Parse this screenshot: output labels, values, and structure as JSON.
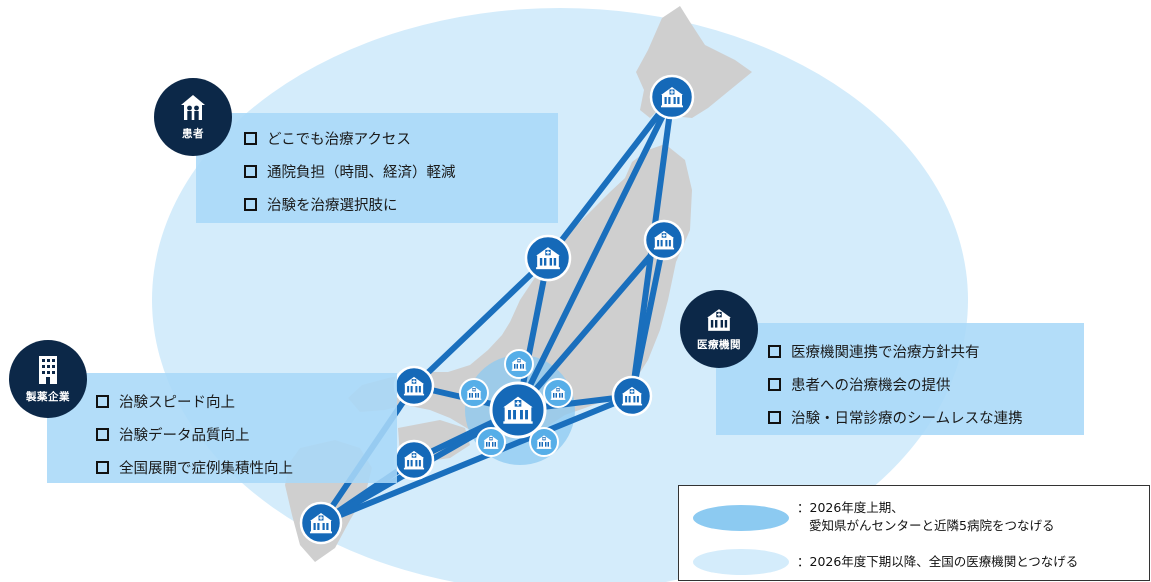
{
  "colors": {
    "accent_dark": "#0c2848",
    "line_blue": "#1a6fbd",
    "node_blue": "#1569b8",
    "halo_blue": "#8ccaf1",
    "pale_blue": "#d4ecfb",
    "panel_blue": "#a8d8f8",
    "map_gray": "#cfcfcf"
  },
  "patients": {
    "badge_label": "患者",
    "icon": "family-home-icon",
    "items": [
      "どこでも治療アクセス",
      "通院負担（時間、経済）軽減",
      "治験を治療選択肢に"
    ]
  },
  "pharma": {
    "badge_label": "製薬企業",
    "icon": "office-building-icon",
    "items": [
      "治験スピード向上",
      "治験データ品質向上",
      "全国展開で症例集積性向上"
    ]
  },
  "medical": {
    "badge_label": "医療機関",
    "icon": "hospital-icon",
    "items": [
      "医療機関連携で治療方針共有",
      "患者への治療機会の提供",
      "治験・日常診療のシームレスな連携"
    ]
  },
  "network": {
    "node_icon": "hospital-icon",
    "hub": "aichi-hub"
  },
  "legend": {
    "item1_line1": "：2026年度上期、",
    "item1_line2": "愛知県がんセンターと近隣5病院をつなげる",
    "item2": "：2026年度下期以降、全国の医療機関とつなげる"
  }
}
